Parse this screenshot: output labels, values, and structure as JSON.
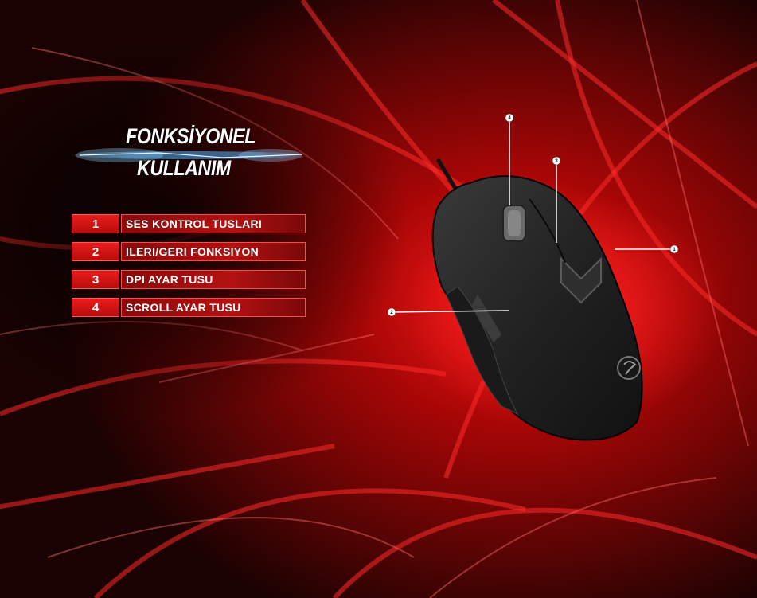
{
  "title": {
    "line1": "FONKSİYONEL",
    "line2": "KULLANIM"
  },
  "features": [
    {
      "number": "1",
      "label": "SES KONTROL TUSLARI"
    },
    {
      "number": "2",
      "label": "ILERI/GERI FONKSIYON"
    },
    {
      "number": "3",
      "label": "DPI AYAR TUSU"
    },
    {
      "number": "4",
      "label": "SCROLL AYAR TUSU"
    }
  ],
  "callouts": {
    "c1": "1",
    "c2": "2",
    "c3": "3",
    "c4": "4"
  },
  "colors": {
    "accent": "#d01010",
    "background": "#140202",
    "glow": "#4fb6ff"
  },
  "icons": [
    "mouse-product-image",
    "brand-logo-icon"
  ]
}
